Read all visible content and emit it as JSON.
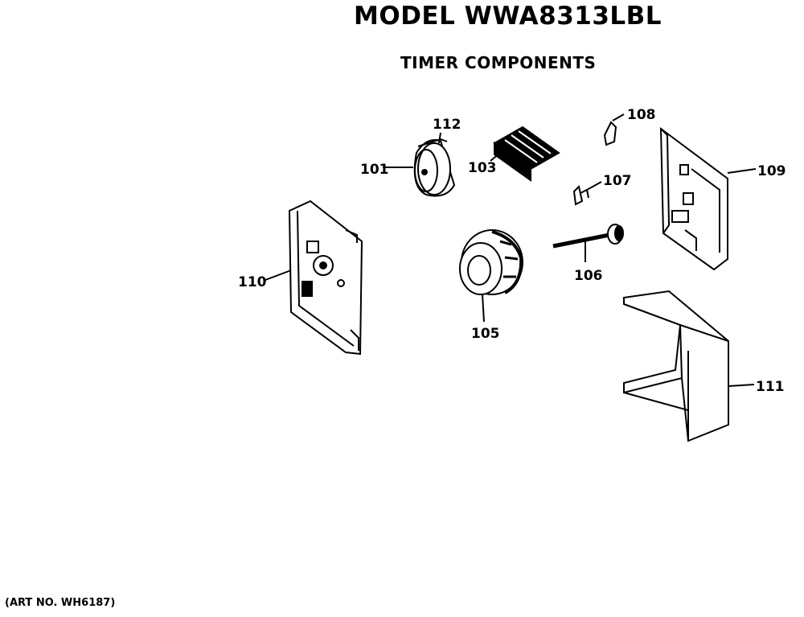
{
  "header": {
    "model": "MODEL WWA8313LBL",
    "section": "TIMER COMPONENTS"
  },
  "footer": {
    "art_no": "(ART NO. WH6187)"
  },
  "parts": [
    {
      "ref": "101"
    },
    {
      "ref": "103"
    },
    {
      "ref": "105"
    },
    {
      "ref": "106"
    },
    {
      "ref": "107"
    },
    {
      "ref": "108"
    },
    {
      "ref": "109"
    },
    {
      "ref": "110"
    },
    {
      "ref": "111"
    },
    {
      "ref": "112"
    }
  ],
  "colors": {
    "ink": "#000000",
    "paper": "#ffffff"
  }
}
